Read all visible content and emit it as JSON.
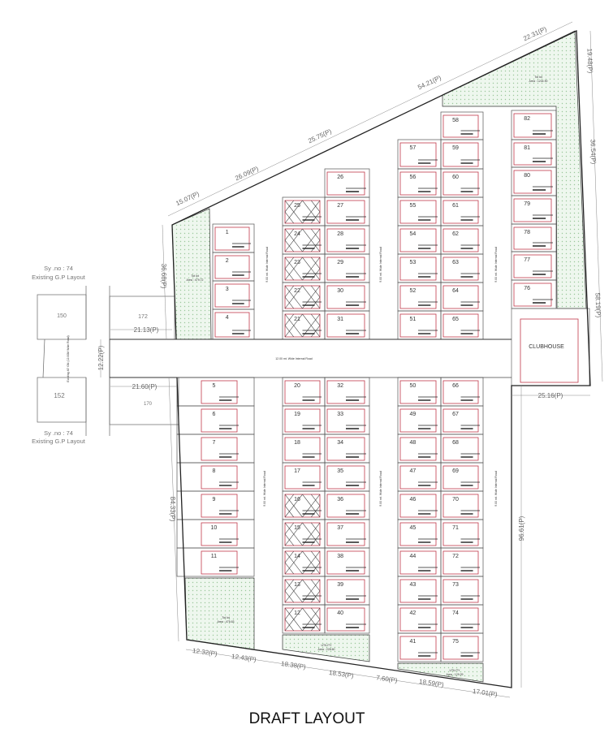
{
  "title": "DRAFT LAYOUT",
  "colors": {
    "plot_outline": "#c0394b",
    "boundary": "#222222",
    "open_space_fill": "#eef7ee",
    "open_space_dots": "#9bc79b"
  },
  "neighbours": {
    "survey_label": "Sy .no : 74",
    "layout_label": "Existing G.P Layout",
    "plots": [
      "150",
      "172",
      "152",
      "170"
    ],
    "existing_road": "Existing 40' GN (12.00M Wide Road)"
  },
  "roads": {
    "main": "12.00 mt. Wide Internal Road",
    "internal": "9.00 mt. Wide Internal Road"
  },
  "open_spaces": {
    "tot_lot_label": "Tot lot",
    "tot_lot_1_area": "Area : 479.72",
    "tot_lot_2_area": "Area : 1244.90",
    "tot_lot_3_area": "Area : 475.63",
    "utility_label": "UTILITY",
    "utility_1_area": "Area : 228.60",
    "utility_2_area": "Area : 129.29"
  },
  "clubhouse": "CLUBHOUSE",
  "dimensions": {
    "d1": "22.31(P)",
    "d2": "54.21(P)",
    "d3": "25.75(P)",
    "d4": "26.09(P)",
    "d5": "15.07(P)",
    "d6": "19.48(P)",
    "d7": "36.54(P)",
    "d8": "58.19(P)",
    "d9": "36.68(P)",
    "d10": "21.13(P)",
    "d11": "12.22(P)",
    "d12": "21.60(P)",
    "d13": "25.16(P)",
    "d14": "84.33(P)",
    "d15": "96.61(P)",
    "d16": "12.32(P)",
    "d17": "12.43(P)",
    "d18": "18.38(P)",
    "d19": "18.53(P)",
    "d20": "7.60(P)",
    "d21": "18.59(P)",
    "d22": "17.01(P)"
  },
  "plots": {
    "upper": {
      "col_a": [
        1,
        2,
        3,
        4
      ],
      "col_b": [
        25,
        24,
        23,
        22,
        21
      ],
      "col_c": [
        26,
        27,
        28,
        29,
        30,
        31
      ],
      "col_d": [
        57,
        56,
        55,
        54,
        53,
        52,
        51
      ],
      "col_e": [
        58,
        59,
        60,
        61,
        62,
        63,
        64,
        65
      ],
      "col_f": [
        82,
        81,
        80,
        79,
        78,
        77,
        76
      ]
    },
    "lower": {
      "col_a": [
        5,
        6,
        7,
        8,
        9,
        10,
        11
      ],
      "col_b": [
        20,
        19,
        18,
        17,
        16,
        15,
        14,
        13,
        12
      ],
      "col_c": [
        32,
        33,
        34,
        35,
        36,
        37,
        38,
        39,
        40
      ],
      "col_d": [
        50,
        49,
        48,
        47,
        46,
        45,
        44,
        43,
        42,
        41
      ],
      "col_e": [
        66,
        67,
        68,
        69,
        70,
        71,
        72,
        73,
        74,
        75
      ]
    },
    "crossed": [
      12,
      13,
      14,
      15,
      16,
      21,
      22,
      23,
      24,
      25
    ]
  }
}
